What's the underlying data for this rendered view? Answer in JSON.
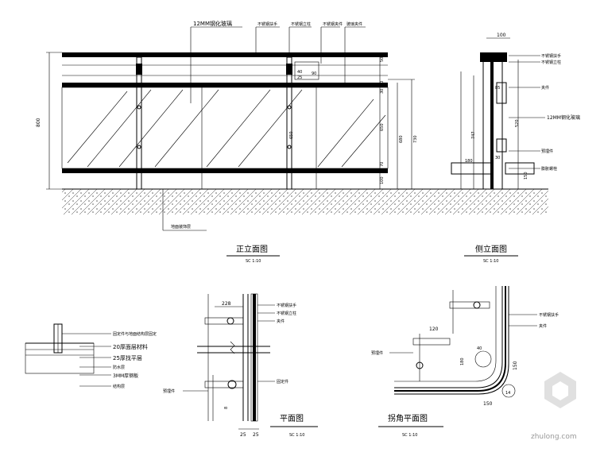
{
  "drawing": {
    "front_elevation": {
      "title": "正立面图",
      "scale": "SC   1:10",
      "glass_label": "12MM钢化玻璃",
      "top_labels": [
        "不锈钢扶手",
        "不锈钢立柱",
        "不锈钢夹件",
        "玻璃夹件"
      ],
      "ground_label": "地面装饰层",
      "dims": {
        "overall_height": "800",
        "right_a": "680",
        "right_b": "730",
        "glass_height": "650",
        "d50": "50",
        "d40": "40",
        "d30": "30",
        "d70": "70",
        "d100": "100",
        "post_a": "40",
        "post_b": "25",
        "post_c": "90"
      }
    },
    "side_elevation": {
      "title": "侧立面图",
      "scale": "SC   1:10",
      "labels": [
        "不锈钢扶手",
        "不锈钢立柱",
        "夹件",
        "12MM钢化玻璃",
        "预埋件",
        "膨胀螺栓"
      ],
      "dims": {
        "top": "100",
        "a": "747",
        "b": "520",
        "c": "180",
        "d": "85",
        "e": "30",
        "f": "150"
      }
    },
    "section_detail": {
      "labels": [
        "固定件与地面结构层固定",
        "20厚面层材料",
        "25厚找平层",
        "防水层",
        "3MM厚钢板",
        "结构层"
      ]
    },
    "plan": {
      "title": "平面图",
      "scale": "SC   1:10",
      "labels": [
        "不锈钢扶手",
        "不锈钢立柱",
        "夹件",
        "固定件",
        "预埋件"
      ],
      "dims": {
        "a": "228",
        "b": "25",
        "c": "25",
        "d": "8"
      }
    },
    "corner_plan": {
      "title": "拐角平面图",
      "scale": "SC   1:10",
      "labels": [
        "不锈钢扶手",
        "夹件",
        "预埋件"
      ],
      "dims": {
        "a": "120",
        "b": "150",
        "c": "150",
        "d": "180",
        "e": "14",
        "f": "40"
      }
    },
    "watermark": {
      "text": "zhulong.com"
    }
  }
}
